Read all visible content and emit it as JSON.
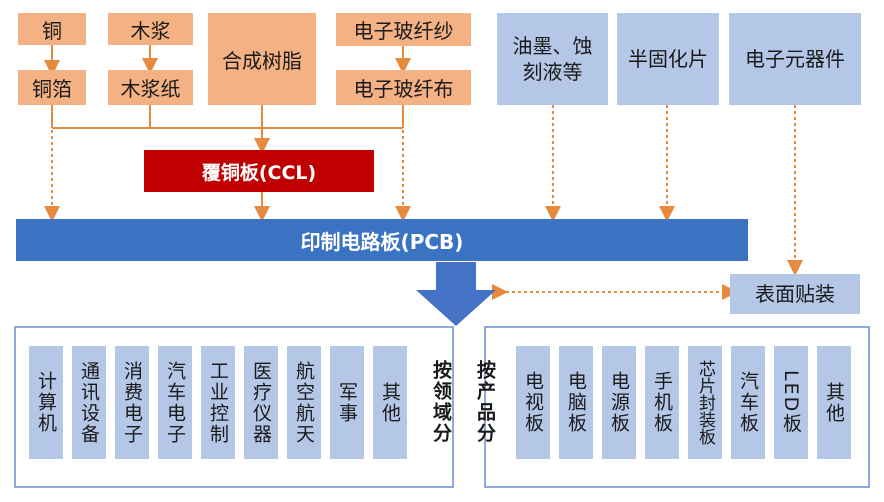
{
  "materials": {
    "copper": "铜",
    "copper_foil": "铜箔",
    "wood_pulp": "木浆",
    "wood_pulp_paper": "木浆纸",
    "synthetic_resin": "合成树脂",
    "glass_yarn": "电子玻纤纱",
    "glass_cloth": "电子玻纤布"
  },
  "other_inputs": {
    "ink_etchant": "油墨、蚀刻液等",
    "prepreg": "半固化片",
    "components": "电子元器件"
  },
  "ccl": "覆铜板(CCL)",
  "pcb": "印制电路板(PCB)",
  "smt": "表面贴装",
  "by_field": {
    "label": "按领域分",
    "items": [
      "计算机",
      "通讯设备",
      "消费电子",
      "汽车电子",
      "工业控制",
      "医疗仪器",
      "航空航天",
      "军事",
      "其他"
    ]
  },
  "by_product": {
    "label": "按产品分",
    "items": [
      "电视板",
      "电脑板",
      "电源板",
      "手机板",
      "芯片封装板",
      "汽车板",
      "LED板",
      "其他"
    ]
  },
  "colors": {
    "orange": "#f4b183",
    "light_blue": "#b4c7e7",
    "ccl_red": "#c00000",
    "pcb_blue": "#3a73c2",
    "arrow_blue": "#4472c4",
    "connector_orange": "#e58a3f"
  }
}
